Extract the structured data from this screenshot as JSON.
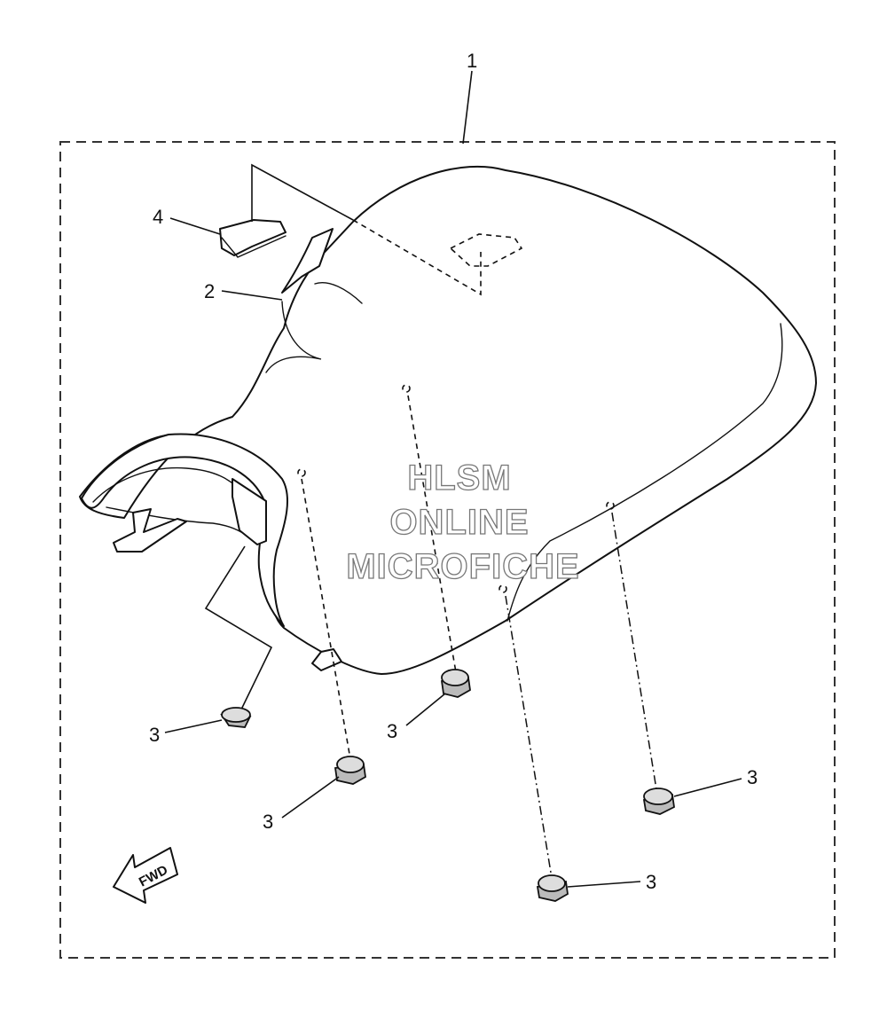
{
  "callouts": {
    "seat": "1",
    "seat_cover": "2",
    "damper": "3",
    "damper_pad": "4"
  },
  "watermark": {
    "line1": "HLSM",
    "line2": "ONLINE",
    "line3": "MICROFICHE"
  },
  "direction_label": "FWD"
}
